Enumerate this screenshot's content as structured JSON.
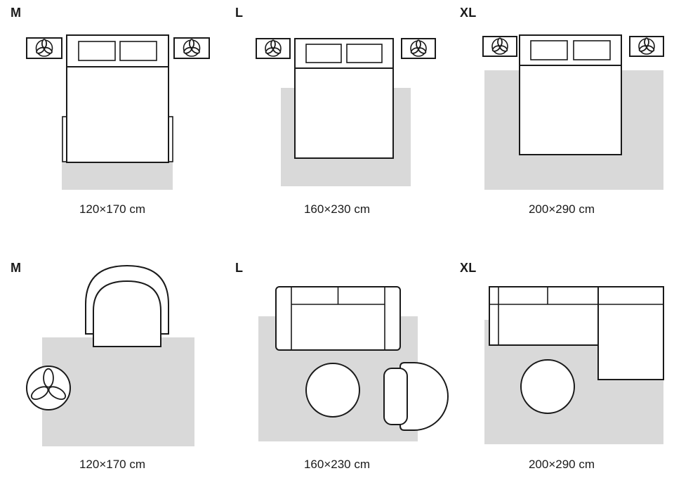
{
  "colors": {
    "rug": "#d9d9d9",
    "line": "#1a1a1a",
    "background": "#ffffff"
  },
  "icons": {
    "plant": "plant-icon"
  },
  "panels": [
    {
      "row": "bedroom",
      "label": "M",
      "dimensions": "120×170 cm"
    },
    {
      "row": "bedroom",
      "label": "L",
      "dimensions": "160×230 cm"
    },
    {
      "row": "bedroom",
      "label": "XL",
      "dimensions": "200×290 cm"
    },
    {
      "row": "living-room",
      "label": "M",
      "dimensions": "120×170 cm"
    },
    {
      "row": "living-room",
      "label": "L",
      "dimensions": "160×230 cm"
    },
    {
      "row": "living-room",
      "label": "XL",
      "dimensions": "200×290 cm"
    }
  ]
}
